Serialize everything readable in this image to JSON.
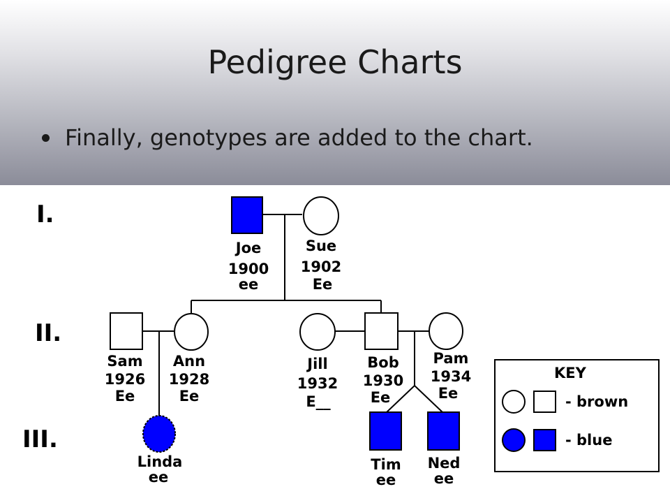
{
  "slide": {
    "title": "Pedigree Charts",
    "bullet": "Finally, genotypes are added to the chart."
  },
  "colors": {
    "affected": "#0000ff",
    "unaffected": "#ffffff",
    "header_top": "#ffffff",
    "header_bottom": "#8b8c99"
  },
  "generations": [
    "I.",
    "II.",
    "III."
  ],
  "people": {
    "joe": {
      "name": "Joe",
      "year": "1900",
      "genotype": "ee",
      "sex": "male",
      "affected": true
    },
    "sue": {
      "name": "Sue",
      "year": "1902",
      "genotype": "Ee",
      "sex": "female",
      "affected": false
    },
    "sam": {
      "name": "Sam",
      "year": "1926",
      "genotype": "Ee",
      "sex": "male",
      "affected": false
    },
    "ann": {
      "name": "Ann",
      "year": "1928",
      "genotype": "Ee",
      "sex": "female",
      "affected": false
    },
    "jill": {
      "name": "Jill",
      "year": "1932",
      "genotype": "E__",
      "sex": "female",
      "affected": false
    },
    "bob": {
      "name": "Bob",
      "year": "1930",
      "genotype": "Ee",
      "sex": "male",
      "affected": false
    },
    "pam": {
      "name": "Pam",
      "year": "1934",
      "genotype": "Ee",
      "sex": "female",
      "affected": false
    },
    "linda": {
      "name": "Linda",
      "genotype": "ee",
      "sex": "female",
      "affected": true
    },
    "tim": {
      "name": "Tim",
      "genotype": "ee",
      "sex": "male",
      "affected": true
    },
    "ned": {
      "name": "Ned",
      "genotype": "ee",
      "sex": "male",
      "affected": true
    }
  },
  "key": {
    "title": "KEY",
    "unaffected_label": "- brown",
    "affected_label": "- blue"
  }
}
